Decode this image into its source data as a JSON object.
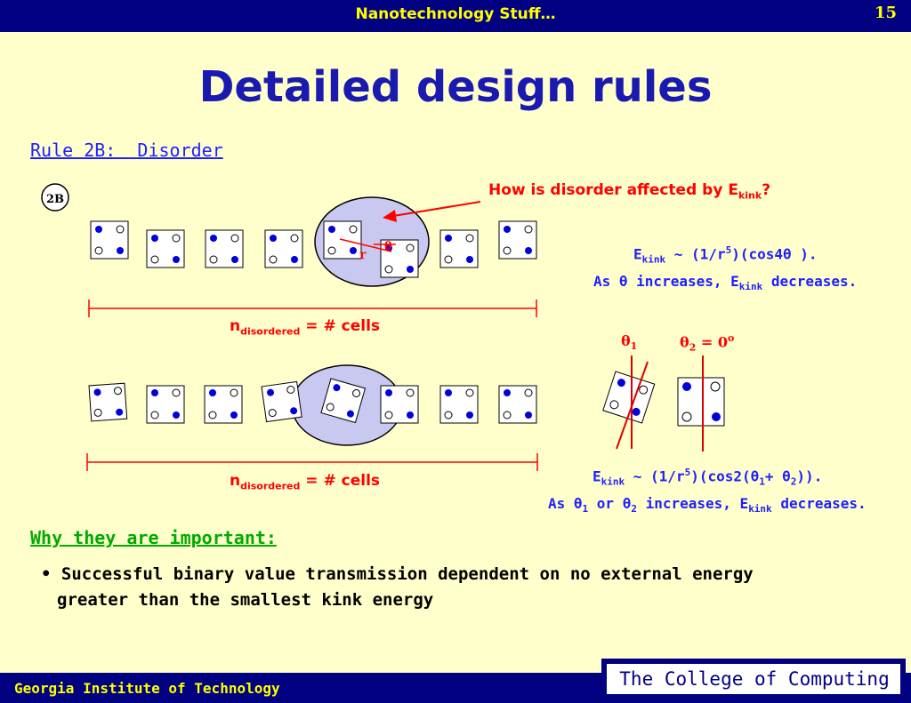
{
  "header": {
    "title": "Nanotechnology Stuff…",
    "slide_number": "15"
  },
  "slide": {
    "title": "Detailed design rules",
    "rule_heading": "Rule 2B:  Disorder",
    "badge": "2B",
    "question": "How is disorder affected by E",
    "question_sub": "kink",
    "question_end": "?",
    "label_r": "r",
    "label_theta": "θ",
    "eq1": {
      "line1_pre": "E",
      "line1_sub": "kink",
      "line1_mid": " ~ (1/r",
      "line1_sup": "5",
      "line1_post": ")(cos4θ ).",
      "line2_pre": "As θ increases, E",
      "line2_sub": "kink",
      "line2_post": " decreases."
    },
    "n_disordered": {
      "pre": "n",
      "sub": "disordered",
      "post": " = # cells"
    },
    "theta_labels": {
      "t1": "θ",
      "t1_sub": "1",
      "t2": "θ",
      "t2_sub": "2",
      "t2_post": " = 0",
      "t2_sup": "o"
    },
    "eq2": {
      "line1_pre": "E",
      "line1_sub": "kink",
      "line1_mid": " ~ (1/r",
      "line1_sup": "5",
      "line1_a": ")(cos2(θ",
      "line1_s1": "1",
      "line1_b": "+ θ",
      "line1_s2": "2",
      "line1_c": ")).",
      "line2_a": "As θ",
      "line2_s1": "1",
      "line2_b": " or θ",
      "line2_s2": "2",
      "line2_c": " increases, E",
      "line2_sub": "kink",
      "line2_d": " decreases."
    },
    "why_heading": "Why they are important:",
    "bullet_line1": "• Successful binary value transmission dependent on no external energy",
    "bullet_line2": "greater than the smallest kink energy"
  },
  "footer": {
    "left": "Georgia Institute of Technology",
    "right": "The College of Computing"
  },
  "colors": {
    "bar": "#000080",
    "background": "#ffffcc",
    "title": "#1a1ab0",
    "red": "#ff0000",
    "blue": "#2020ff",
    "green": "#00aa00",
    "ellipse": "#c8c8f0"
  }
}
